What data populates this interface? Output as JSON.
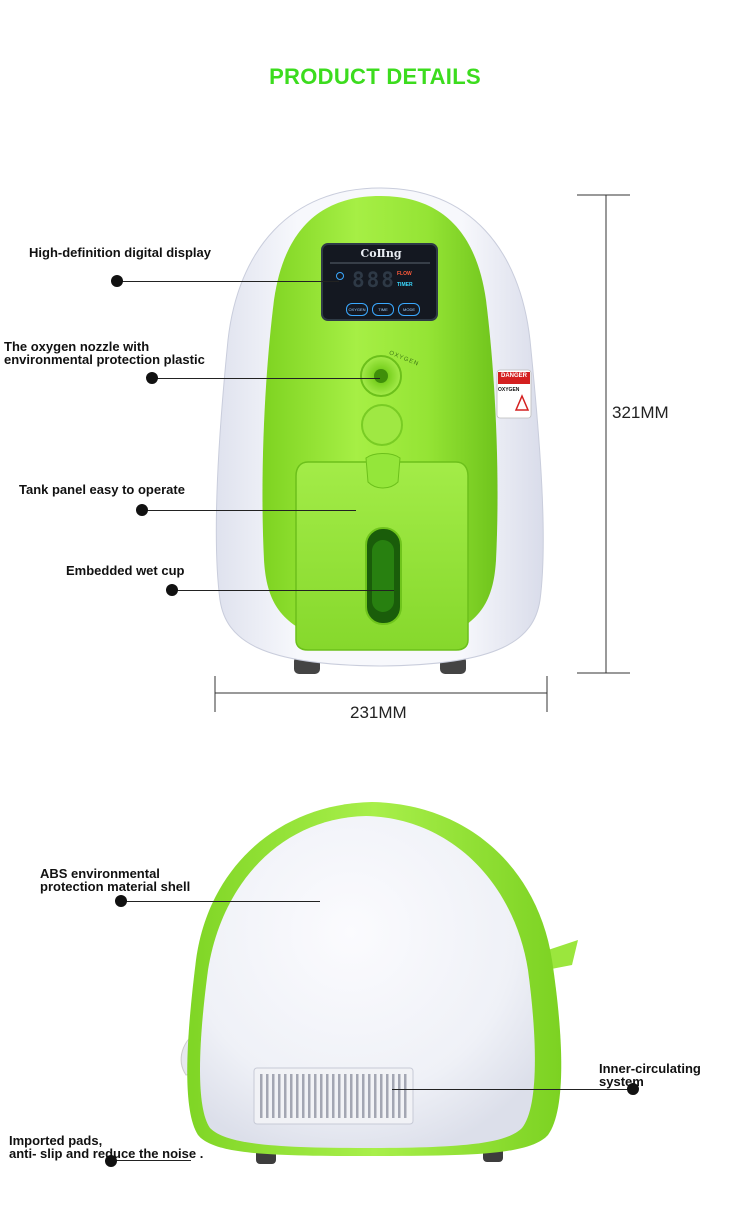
{
  "header": {
    "title": "PRODUCT DETAILS"
  },
  "device": {
    "brand": "CoⅡng",
    "display_digits": "888",
    "display_indicators": [
      "FLOW",
      "TIMER"
    ],
    "buttons": [
      "OXYGEN",
      "TIME",
      "MODE"
    ],
    "nozzle_label": "OXYGEN",
    "warning_label": {
      "header": "DANGER",
      "body": "OXYGEN"
    },
    "colors": {
      "accent": "#8fe02a",
      "accent_dark": "#5cb812",
      "shell": "#f4f5f9"
    }
  },
  "front_view": {
    "callouts": [
      {
        "text": "High-definition digital display"
      },
      {
        "text": "The oxygen nozzle with\nenvironmental protection plastic"
      },
      {
        "text": "Tank panel easy to operate"
      },
      {
        "text": "Embedded wet cup"
      }
    ],
    "dimensions": {
      "height": "321MM",
      "width": "231MM"
    }
  },
  "back_view": {
    "callouts": [
      {
        "text": "ABS environmental\nprotection material shell"
      },
      {
        "text": "Inner-circulating\nsystem"
      },
      {
        "text": "Imported pads,\nanti- slip and reduce the noise ."
      }
    ]
  }
}
